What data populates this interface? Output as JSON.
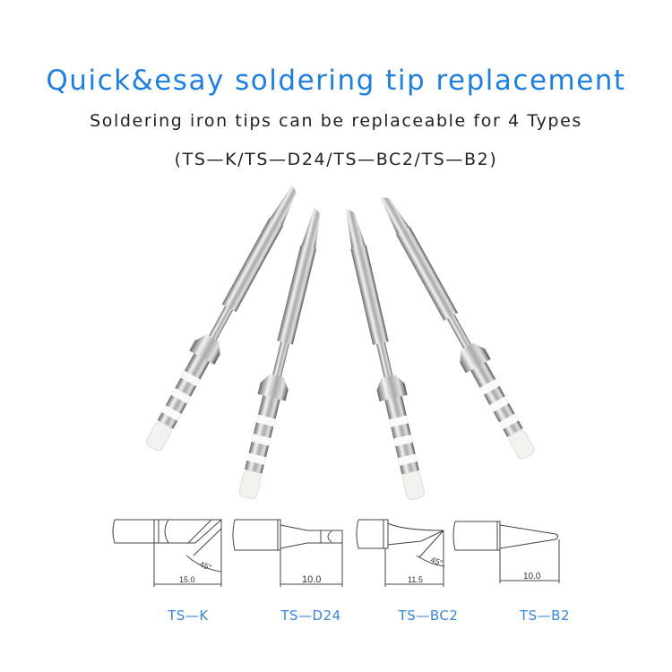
{
  "header": {
    "title": "Quick&esay soldering tip replacement",
    "subtitle": "Soldering iron tips can be replaceable for 4 Types",
    "types_line": "(TS—K/TS—D24/TS—BC2/TS—B2)"
  },
  "colors": {
    "title": "#1f7fe0",
    "label": "#3a86d8"
  },
  "diagrams": [
    {
      "label": "TS—K",
      "dimension": "15.0",
      "angle": "45°"
    },
    {
      "label": "TS—D24",
      "dimension": "10.0"
    },
    {
      "label": "TS—BC2",
      "dimension": "11.5",
      "angle": "45°"
    },
    {
      "label": "TS—B2",
      "dimension": "10.0"
    }
  ]
}
